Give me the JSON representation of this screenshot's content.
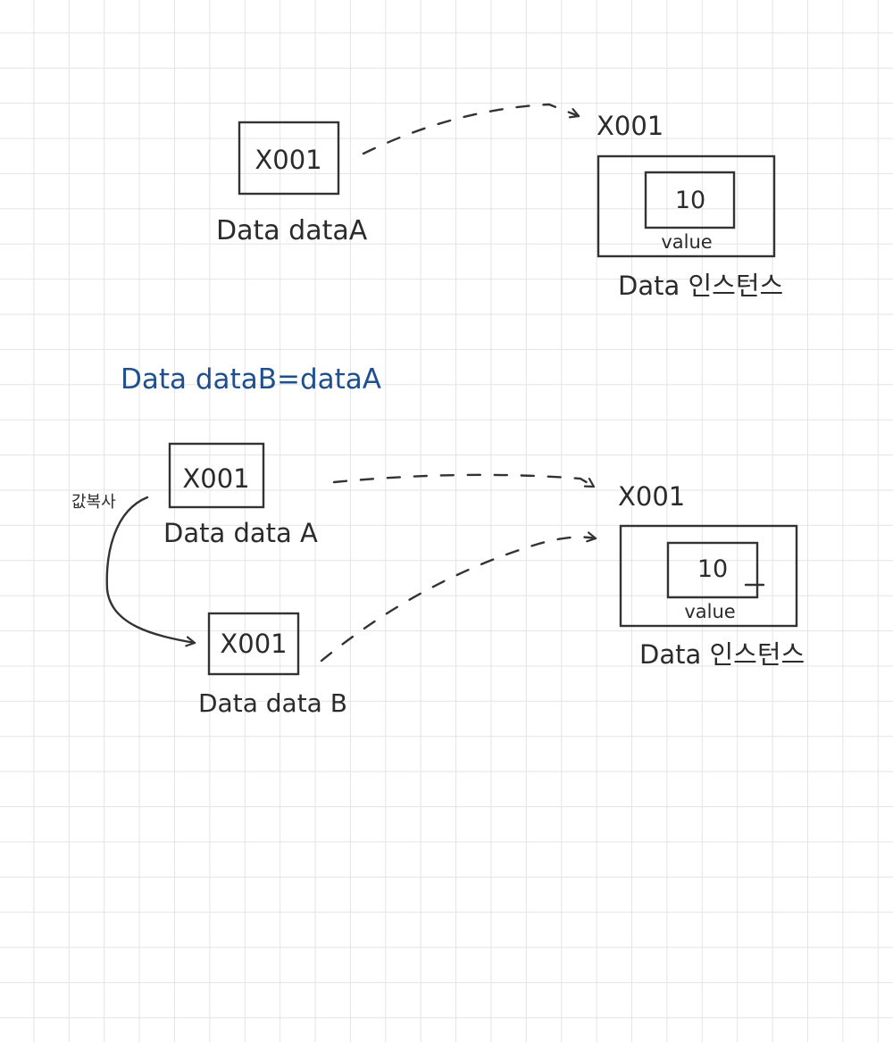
{
  "diagram1": {
    "ref_box_text": "X001",
    "ref_label": "Data dataA",
    "address_label": "X001",
    "value_text": "10",
    "value_label": "value",
    "instance_label": "Data 인스턴스"
  },
  "code_line": "Data dataB=dataA",
  "diagram2": {
    "ref_a_box_text": "X001",
    "ref_a_label": "Data data A",
    "ref_b_box_text": "X001",
    "ref_b_label": "Data data B",
    "copy_label": "값복사",
    "address_label": "X001",
    "value_text": "10",
    "value_label": "value",
    "instance_label": "Data 인스턴스"
  },
  "colors": {
    "ink": "#333333",
    "blue_ink": "#1f4f8c",
    "grid": "#e3e4e8"
  }
}
